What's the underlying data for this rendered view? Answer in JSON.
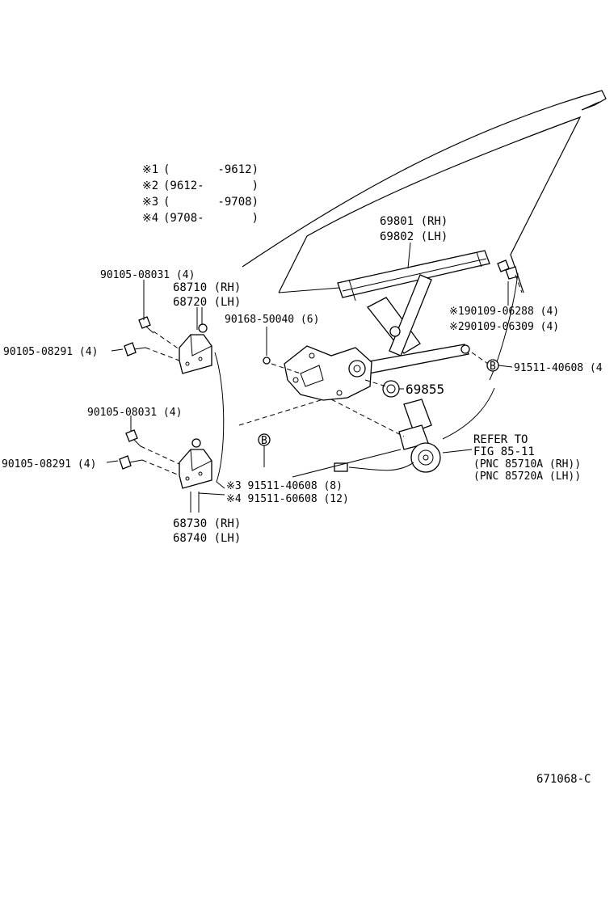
{
  "notes": [
    {
      "mark": "※1",
      "range": "(       -9612)"
    },
    {
      "mark": "※2",
      "range": "(9612-       )"
    },
    {
      "mark": "※3",
      "range": "(       -9708)"
    },
    {
      "mark": "※4",
      "range": "(9708-       )"
    }
  ],
  "labels": {
    "regulator_rh": "69801 (RH)",
    "regulator_lh": "69802 (LH)",
    "bolt_upper_hinge_top": "90105-08031 (4)",
    "hinge_upper_rh": "68710 (RH)",
    "hinge_upper_lh": "68720 (LH)",
    "bolt_upper_hinge_side": "90105-08291 (4)",
    "screw_regulator": "90168-50040 (6)",
    "glass_bolt_1": "※190109-06288 (4)",
    "glass_bolt_2": "※290109-06309 (4)",
    "nut_right": "91511-40608 (4",
    "nut_69855": "69855",
    "bolt_lower_hinge_top": "90105-08031 (4)",
    "bolt_lower_hinge_side": "90105-08291 (4)",
    "refer_line1": "REFER TO",
    "refer_line2": "FIG 85-11",
    "refer_line3": "(PNC 85710A (RH))",
    "refer_line4": "(PNC 85720A (LH))",
    "nut_lower_3": "※3 91511-40608 (8)",
    "nut_lower_4": "※4 91511-60608 (12)",
    "hinge_lower_rh": "68730 (RH)",
    "hinge_lower_lh": "68740 (LH)",
    "diagram_code": "671068-C",
    "nut_symbol": "B"
  }
}
